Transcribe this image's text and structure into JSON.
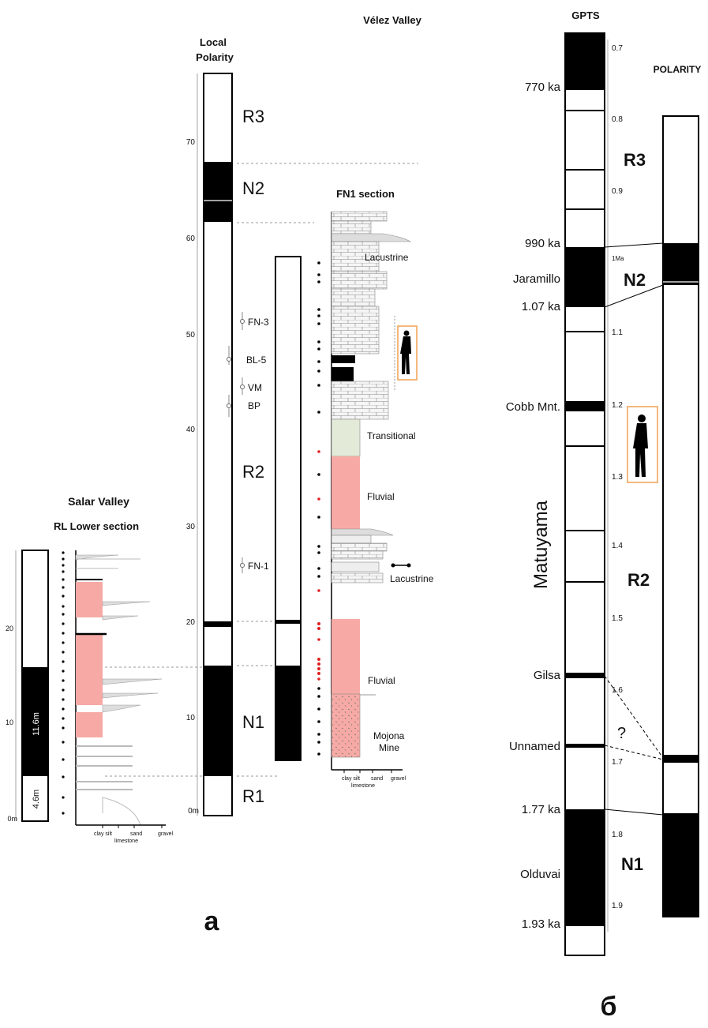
{
  "panel_a": {
    "headings": {
      "local_polarity_1": "Local",
      "local_polarity_2": "Polarity",
      "velez_valley": "Vélez Valley",
      "fn1_section": "FN1 section",
      "salar_valley": "Salar Valley",
      "rl_lower": "RL Lower section"
    },
    "zones": [
      "R3",
      "N2",
      "R2",
      "N1",
      "R1"
    ],
    "axis_ticks": [
      "70",
      "60",
      "50",
      "40",
      "30",
      "20",
      "10",
      "0m"
    ],
    "salar_ticks": [
      "20",
      "10",
      "0m"
    ],
    "levels": [
      "FN-3",
      "BL-5",
      "VM",
      "BP",
      "FN-1"
    ],
    "lithology": {
      "lacustrine_top": "Lacustrine",
      "transitional": "Transitional",
      "fluvial_1": "Fluvial",
      "lacustrine_2": "Lacustrine",
      "fluvial_2": "Fluvial",
      "mojona_1": "Mojona",
      "mojona_2": "Mine"
    },
    "grain_axis": [
      "clay silt",
      "sand",
      "gravel"
    ],
    "grain_sub": "limestone",
    "salar_thickness": [
      "11.6m",
      "4.6m"
    ],
    "panel_label": "a"
  },
  "panel_b": {
    "gpts_title": "GPTS",
    "polarity_title": "POLARITY",
    "ages_left": [
      "770 ka",
      "990 ka",
      "Jaramillo",
      "1.07 ka",
      "Cobb Mnt.",
      "Matuyama",
      "Gilsa",
      "Unnamed",
      "1.77 ka",
      "Olduvai",
      "1.93 ka"
    ],
    "ticks": [
      "0.7",
      "0.8",
      "0.9",
      "1Ma",
      "1.1",
      "1.2",
      "1.3",
      "1.4",
      "1.5",
      "1.6",
      "1.7",
      "1.8",
      "1.9"
    ],
    "zones": [
      "R3",
      "N2",
      "R2",
      "N1"
    ],
    "question": "?",
    "panel_label": "б"
  },
  "colors": {
    "fluvial": "#f7aaa5",
    "transitional": "#e3ead8",
    "accent_frame": "#f0a050",
    "black": "#000000"
  }
}
